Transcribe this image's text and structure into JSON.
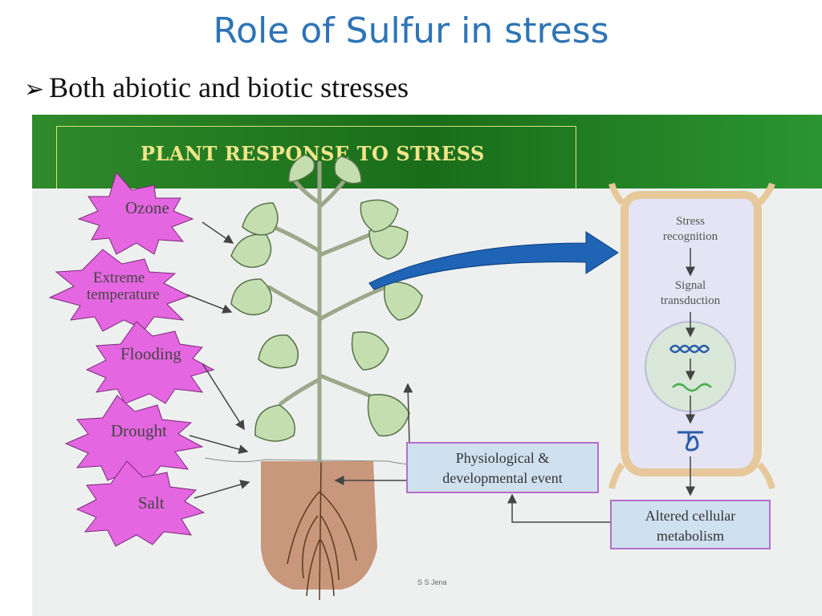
{
  "title": "Role of Sulfur in stress",
  "bullet": {
    "marker": "➢",
    "text": "Both abiotic and biotic stresses"
  },
  "diagram": {
    "header": "PLANT RESPONSE TO STRESS",
    "stresses": {
      "ozone": "Ozone",
      "extreme_temp_1": "Extreme",
      "extreme_temp_2": "temperature",
      "flooding": "Flooding",
      "drought": "Drought",
      "salt": "Salt"
    },
    "physio_1": "Physiological &",
    "physio_2": "developmental event",
    "altered_1": "Altered cellular",
    "altered_2": "metabolism",
    "cell": {
      "stress_1": "Stress",
      "stress_2": "recognition",
      "signal_1": "Signal",
      "signal_2": "transduction"
    },
    "credit": "S S Jena",
    "colors": {
      "star": "#e466e0",
      "box_fill": "#cfe0ef",
      "box_border": "#b36fc7",
      "arrow_blue": "#1f64b5",
      "leaf": "#c4deb0",
      "root_zone": "#c9977b"
    }
  }
}
